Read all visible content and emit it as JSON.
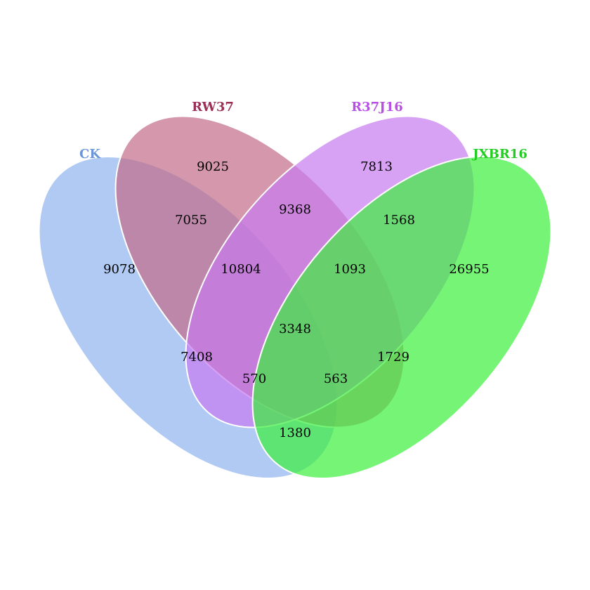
{
  "sets": [
    {
      "key": "ck",
      "name": "CK",
      "fill": "#8fb3ef",
      "label_color": "#6a95d8"
    },
    {
      "key": "rw37",
      "name": "RW37",
      "fill": "#c26b88",
      "label_color": "#9b2f55"
    },
    {
      "key": "r37j16",
      "name": "R37J16",
      "fill": "#c77af0",
      "label_color": "#b84ee6"
    },
    {
      "key": "jxbr16",
      "name": "JXBR16",
      "fill": "#3cf03c",
      "label_color": "#22cc22"
    }
  ],
  "regions": {
    "ck_only": "9078",
    "rw37_only": "9025",
    "r37j16_only": "7813",
    "jxbr16_only": "26955",
    "ck_rw37": "7055",
    "rw37_r37j16": "9368",
    "r37j16_jxbr16": "1568",
    "ck_rw37_r37j16": "10804",
    "rw37_r37j16_jxbr16": "1093",
    "all_four": "3348",
    "ck_r37j16": "7408",
    "rw37_jxbr16": "1729",
    "ck_r37j16_jxbr16": "570",
    "ck_rw37_jxbr16": "563",
    "ck_jxbr16": "1380"
  }
}
